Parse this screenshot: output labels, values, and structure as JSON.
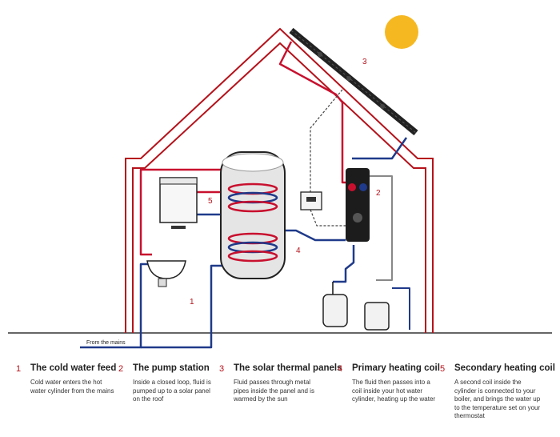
{
  "colors": {
    "house_outline": "#b5121b",
    "hot_pipe": "#c8102e",
    "cold_pipe": "#1f3a8a",
    "sun": "#f6b821",
    "number": "#b5121b"
  },
  "callouts": {
    "c1": "1",
    "c2": "2",
    "c3": "3",
    "c4": "4",
    "c5": "5"
  },
  "mains_label": "From the mains",
  "legend": [
    {
      "number": "1",
      "title": "The cold water feed",
      "text": "Cold water enters the hot water cylinder from the mains"
    },
    {
      "number": "2",
      "title": "The pump station",
      "text": "Inside a closed loop, fluid is pumped up to a solar panel on the roof"
    },
    {
      "number": "3",
      "title": "The solar thermal panels",
      "text": "Fluid passes through metal pipes inside the panel and is warmed by the sun"
    },
    {
      "number": "4",
      "title": "Primary heating coil",
      "text": "The fluid then passes into a coil inside your hot water cylinder, heating up the water"
    },
    {
      "number": "5",
      "title": "Secondary heating coil",
      "text": "A second coil inside the cylinder is connected to your boiler, and brings the water up to the temperature set on your thermostat"
    }
  ]
}
